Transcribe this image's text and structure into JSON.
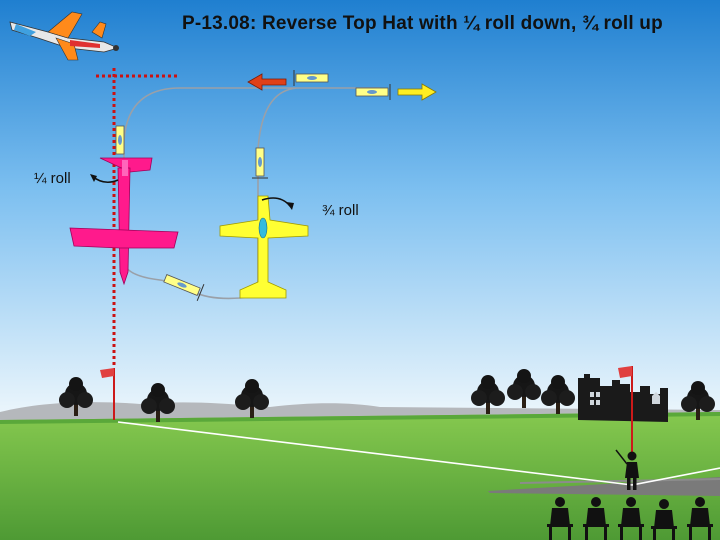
{
  "title": "P-13.08: Reverse Top Hat with ¼  roll down, ¾  roll up",
  "labels": {
    "quarter_roll": "¼  roll",
    "three_quarter_roll": "¾  roll"
  },
  "colors": {
    "sky_top": "#1f7fd0",
    "sky_bottom": "#e8f4fb",
    "grass": "#6fb844",
    "flight_path": "#9aa0a8",
    "box_line": "#cc1111",
    "pink_plane": "#ff1a8c",
    "yellow_plane": "#ffff33",
    "arrow_left": "#e04018",
    "arrow_right": "#ffee22"
  },
  "icons": [
    "aerobatic-plane-logo-icon",
    "flag-icon",
    "tree-icon",
    "castle-ruin-icon",
    "pilot-icon",
    "spectator-icon"
  ]
}
